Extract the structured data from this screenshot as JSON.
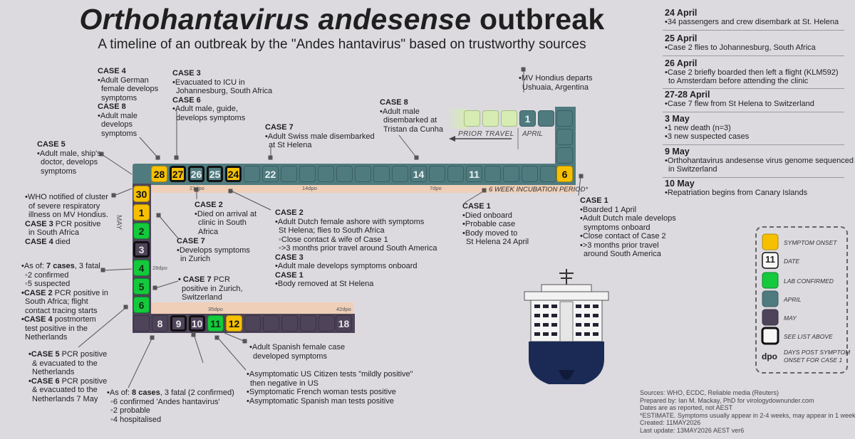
{
  "header": {
    "title_italic": "Orthohantavirus andesense",
    "title_rest": " outbreak",
    "subtitle": "A timeline of an outbreak by the \"Andes hantavirus\" based on trustworthy sources"
  },
  "timeline": {
    "top_row": [
      "28",
      "27",
      "26",
      "25",
      "24",
      "22",
      "14",
      "11",
      "6"
    ],
    "top_row_end": "1",
    "left_col": [
      "30",
      "1",
      "2",
      "3",
      "4",
      "5",
      "6"
    ],
    "bottom_row": [
      "8",
      "9",
      "10",
      "11",
      "12",
      "18"
    ],
    "dpo_labels": [
      "21dpo",
      "14dpo",
      "7dpo",
      "28dpo",
      "35dpo",
      "42dpo"
    ],
    "month_april": "APRIL",
    "month_may": "MAY",
    "prior_travel": "PRIOR TRAVEL",
    "incubation": "6 WEEK INCUBATION PERIOD*"
  },
  "notes": {
    "n1": {
      "head1": "CASE 4",
      "l1": "•Adult German",
      "l2": "female develops",
      "l3": "symptoms",
      "head2": "CASE 8",
      "l4": "•Adult male",
      "l5": "develops",
      "l6": "symptoms"
    },
    "n2": {
      "head1": "CASE 3",
      "l1": "•Evacuated to ICU in",
      "l2": "Johannesburg, South Africa",
      "head2": "CASE 6",
      "l3": "•Adult male, guide,",
      "l4": "develops symptoms"
    },
    "n3": {
      "head": "CASE 5",
      "l1": "•Adult male, ship's",
      "l2": "doctor, develops",
      "l3": "symptoms"
    },
    "n4": {
      "head": "CASE 7",
      "l1": "•Adult Swiss male disembarked",
      "l2": "at St Helena"
    },
    "n5": {
      "head": "CASE 8",
      "l1": "•Adult male",
      "l2": "disembarked at",
      "l3": "Tristan da Cunha"
    },
    "n6": {
      "l1": "•MV Hondius departs",
      "l2": "Ushuaia, Argentina"
    },
    "n7": {
      "l1": "•WHO notified of cluster",
      "l2": "of severe respiratory",
      "l3": "illness on MV Hondius.",
      "l4b": "CASE 3",
      "l4": " PCR positive",
      "l5": "in South Africa",
      "l6b": "CASE 4",
      "l6": " died"
    },
    "n8": {
      "head": "CASE 2",
      "l1": "•Died on arrival at",
      "l2": "clinic in South",
      "l3": "Africa"
    },
    "n9": {
      "head": "CASE 2",
      "l1": "•Adult Dutch female ashore with symptoms",
      "l2": "St Helena; flies to South Africa",
      "l3": "◦Close contact & wife of Case 1",
      "l4": "◦>3 months prior travel around South America",
      "head2": "CASE 3",
      "l5": "•Adult male develops symptoms onboard",
      "head3": "CASE 1",
      "l6": "•Body removed at St Helena"
    },
    "n10": {
      "head": "CASE 1",
      "l1": "•Died onboard",
      "l2": "•Probable case",
      "l3": "•Body moved to",
      "l4": "St Helena 24 April"
    },
    "n11": {
      "head": "CASE 1",
      "l1": "•Boarded 1 April",
      "l2": "•Adult Dutch male develops",
      "l3": "symptoms onboard",
      "l4": "•Close contact of Case 2",
      "l5": "•>3 months prior travel",
      "l6": "around South America"
    },
    "n12": {
      "head": "CASE 7",
      "l1": "•Develops symptoms",
      "l2": "in Zurich"
    },
    "n13": {
      "l1a": "•As of: ",
      "l1b": "7 cases",
      "l1c": ", 3 fatal",
      "l2": "◦2 confirmed",
      "l3": "◦5 suspected",
      "l4b": "•CASE 2",
      "l4": " PCR positive in",
      "l5": "South Africa; flight",
      "l6": "contact tracing starts",
      "l7b": "•CASE 4",
      "l7": " postmortem",
      "l8": "test positive in the",
      "l9": "Netherlands"
    },
    "n14": {
      "l1b": "• CASE 7",
      "l1": " PCR",
      "l2": "positive in Zurich,",
      "l3": "Switzerland"
    },
    "n15": {
      "l1b": "•CASE 5",
      "l1": " PCR positive",
      "l2": "& evacuated to the",
      "l3": "Netherlands",
      "l4b": "•CASE 6",
      "l4": " PCR positive",
      "l5": "& evacuated to the",
      "l6": "Netherlands 7 May"
    },
    "n16": {
      "l1": "•Adult Spanish female case",
      "l2": "developed symptoms"
    },
    "n17": {
      "l1": "•Asymptomatic US Citizen tests \"mildly positive\"",
      "l2": "then negative in US",
      "l3": "•Symptomatic French woman tests positive",
      "l4": "•Asymptomatic Spanish man tests positive"
    },
    "n18": {
      "l1a": "•As of: ",
      "l1b": "8 cases",
      "l1c": ", 3 fatal (2 confirmed)",
      "l2": "◦6 confirmed 'Andes hantavirus'",
      "l3": "◦2 probable",
      "l4": "◦4 hospitalised"
    }
  },
  "right_panel": [
    {
      "date": "24 April",
      "items": [
        "•34 passengers and crew disembark at St. Helena"
      ]
    },
    {
      "date": "25 April",
      "items": [
        "•Case 2 flies to Johannesburg, South Africa"
      ]
    },
    {
      "date": "26 April",
      "items": [
        "•Case 2 briefly boarded then left a flight (KLM592)",
        "  to Amsterdam before attending the clinic"
      ]
    },
    {
      "date": "27-28 April",
      "items": [
        "•Case 7 flew from St Helena to Switzerland"
      ]
    },
    {
      "date": "3 May",
      "items": [
        "•1 new death (n=3)",
        "•3 new suspected cases"
      ]
    },
    {
      "date": "9 May",
      "items": [
        "•Orthohantavirus andesense virus genome sequenced",
        "  in Switzerland"
      ]
    },
    {
      "date": "10 May",
      "items": [
        "•Repatriation begins from Canary Islands"
      ]
    }
  ],
  "legend": {
    "symptom": "SYMPTOM ONSET",
    "date_num": "11",
    "date": "DATE",
    "lab": "LAB CONFIRMED",
    "april": "APRIL",
    "may": "MAY",
    "see": "SEE LIST ABOVE",
    "dpo_abbr": "dpo",
    "dpo1": "DAYS POST SYMPTOM",
    "dpo2": "ONSET FOR CASE 1"
  },
  "sources": {
    "l1": "Sources: WHO, ECDC, Reliable media (Reuters)",
    "l2": "Prepared by: Ian M. Mackay, PhD for virologydownunder.com",
    "l3": "Dates are as reported, not AEST",
    "l4": "*ESTIMATE. Symptoms usually appear in 2-4 weeks, may appear in 1 week",
    "l5": "Created: 11MAY2026",
    "l6": "Last update: 13MAY2026 AEST ver6"
  },
  "colors": {
    "symptom": "#f6c000",
    "april": "#4f7b7f",
    "may": "#4e4459",
    "lab": "#15c93d",
    "prior": "#d6ecb2",
    "incubation": "#efcfb8"
  }
}
